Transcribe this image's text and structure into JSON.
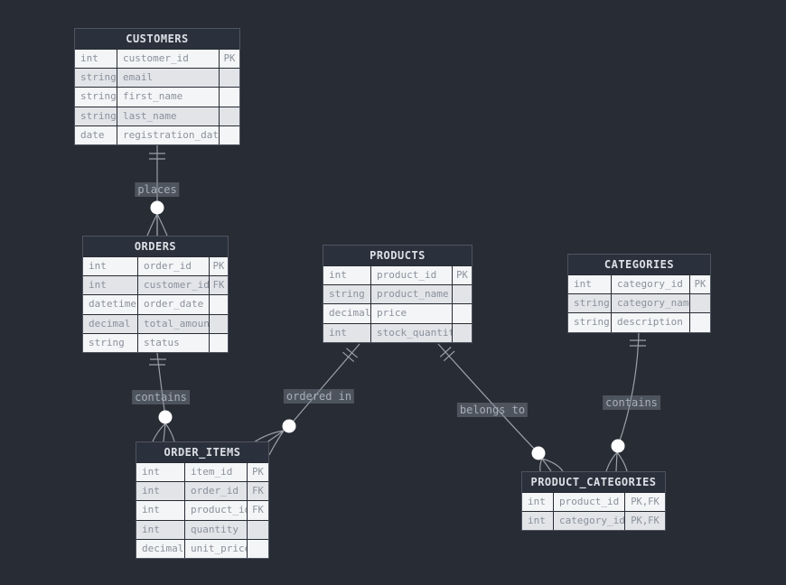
{
  "canvas": {
    "background": "#282c34",
    "colors": {
      "table_header_bg": "#2b313c",
      "table_header_text": "#dce0e6",
      "row_bg": "#f4f5f7",
      "row_alt_bg": "#e2e4e8",
      "row_text": "#8b919b",
      "table_border": "#4d5460",
      "connector_line": "#9aa0a8",
      "junction_circle": "#ffffff",
      "label_bg": "#5d6470",
      "label_text": "#a8aeb8"
    }
  },
  "tables": [
    {
      "name": "CUSTOMERS",
      "columns": [
        {
          "type": "int",
          "name": "customer_id",
          "key": "PK"
        },
        {
          "type": "string",
          "name": "email",
          "key": ""
        },
        {
          "type": "string",
          "name": "first_name",
          "key": ""
        },
        {
          "type": "string",
          "name": "last_name",
          "key": ""
        },
        {
          "type": "date",
          "name": "registration_date",
          "key": ""
        }
      ]
    },
    {
      "name": "ORDERS",
      "columns": [
        {
          "type": "int",
          "name": "order_id",
          "key": "PK"
        },
        {
          "type": "int",
          "name": "customer_id",
          "key": "FK"
        },
        {
          "type": "datetime",
          "name": "order_date",
          "key": ""
        },
        {
          "type": "decimal",
          "name": "total_amount",
          "key": ""
        },
        {
          "type": "string",
          "name": "status",
          "key": ""
        }
      ]
    },
    {
      "name": "PRODUCTS",
      "columns": [
        {
          "type": "int",
          "name": "product_id",
          "key": "PK"
        },
        {
          "type": "string",
          "name": "product_name",
          "key": ""
        },
        {
          "type": "decimal",
          "name": "price",
          "key": ""
        },
        {
          "type": "int",
          "name": "stock_quantity",
          "key": ""
        }
      ]
    },
    {
      "name": "CATEGORIES",
      "columns": [
        {
          "type": "int",
          "name": "category_id",
          "key": "PK"
        },
        {
          "type": "string",
          "name": "category_name",
          "key": ""
        },
        {
          "type": "string",
          "name": "description",
          "key": ""
        }
      ]
    },
    {
      "name": "ORDER_ITEMS",
      "columns": [
        {
          "type": "int",
          "name": "item_id",
          "key": "PK"
        },
        {
          "type": "int",
          "name": "order_id",
          "key": "FK"
        },
        {
          "type": "int",
          "name": "product_id",
          "key": "FK"
        },
        {
          "type": "int",
          "name": "quantity",
          "key": ""
        },
        {
          "type": "decimal",
          "name": "unit_price",
          "key": ""
        }
      ]
    },
    {
      "name": "PRODUCT_CATEGORIES",
      "columns": [
        {
          "type": "int",
          "name": "product_id",
          "key": "PK,FK"
        },
        {
          "type": "int",
          "name": "category_id",
          "key": "PK,FK"
        }
      ]
    }
  ],
  "relationships": [
    {
      "label": "places",
      "from": "CUSTOMERS",
      "to": "ORDERS",
      "from_cardinality": "one",
      "to_cardinality": "zero-or-many"
    },
    {
      "label": "contains",
      "from": "ORDERS",
      "to": "ORDER_ITEMS",
      "from_cardinality": "one",
      "to_cardinality": "zero-or-many"
    },
    {
      "label": "ordered in",
      "from": "PRODUCTS",
      "to": "ORDER_ITEMS",
      "from_cardinality": "one",
      "to_cardinality": "zero-or-many"
    },
    {
      "label": "belongs to",
      "from": "PRODUCTS",
      "to": "PRODUCT_CATEGORIES",
      "from_cardinality": "one",
      "to_cardinality": "zero-or-many"
    },
    {
      "label": "contains",
      "from": "CATEGORIES",
      "to": "PRODUCT_CATEGORIES",
      "from_cardinality": "one",
      "to_cardinality": "zero-or-many"
    }
  ]
}
